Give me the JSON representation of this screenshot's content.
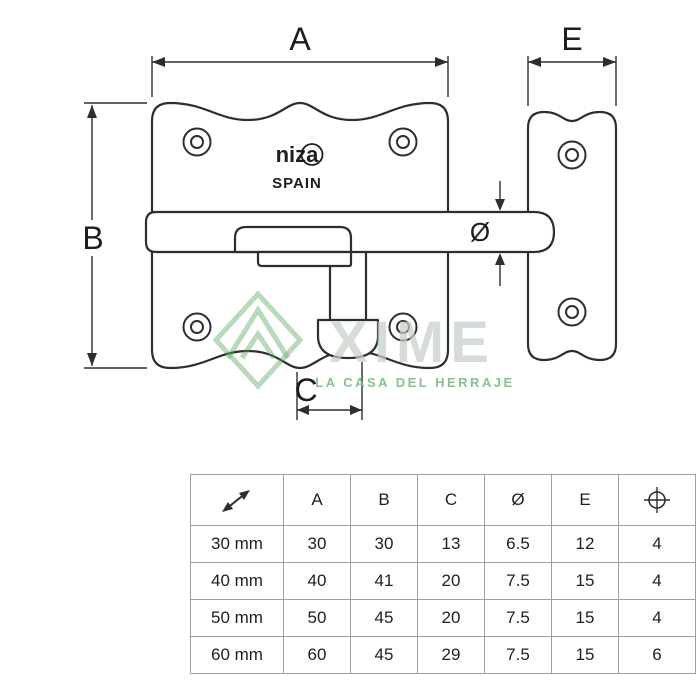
{
  "drawing": {
    "labels": {
      "A": "A",
      "B": "B",
      "C": "C",
      "E": "E",
      "diameter": "Ø"
    },
    "brand": "niza",
    "brand_country": "SPAIN",
    "watermark": {
      "title": "XIME",
      "subtitle": "LA CASA DEL HERRAJE"
    },
    "colors": {
      "line": "#2e2e2e",
      "watermark_green": "#5aa85f",
      "watermark_gray": "#c7d0c8"
    }
  },
  "table": {
    "headers": [
      "A",
      "B",
      "C",
      "Ø",
      "E"
    ],
    "header_icons": [
      "diagonal-arrow-icon",
      "hole-icon"
    ],
    "rows": [
      {
        "size": "30 mm",
        "values": [
          "30",
          "30",
          "13",
          "6.5",
          "12",
          "4"
        ]
      },
      {
        "size": "40 mm",
        "values": [
          "40",
          "41",
          "20",
          "7.5",
          "15",
          "4"
        ]
      },
      {
        "size": "50 mm",
        "values": [
          "50",
          "45",
          "20",
          "7.5",
          "15",
          "4"
        ]
      },
      {
        "size": "60 mm",
        "values": [
          "60",
          "45",
          "29",
          "7.5",
          "15",
          "6"
        ]
      }
    ]
  }
}
